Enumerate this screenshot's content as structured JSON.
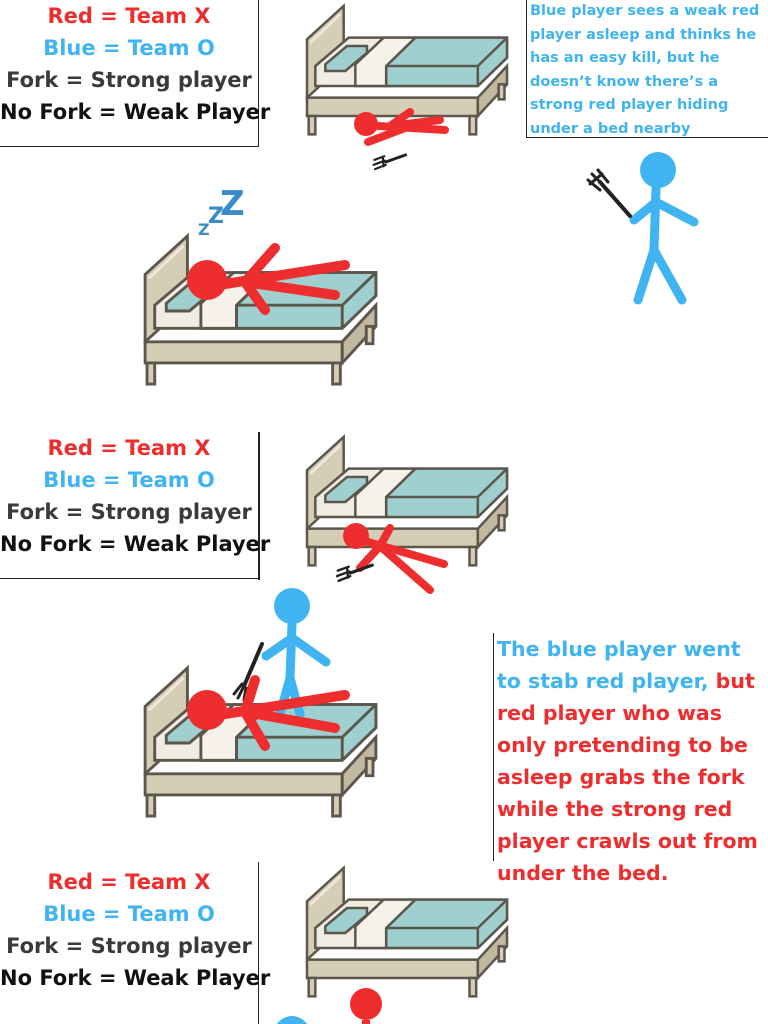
{
  "legend": {
    "red": "Red = Team X",
    "blue": "Blue = Team O",
    "fork": "Fork = Strong player",
    "nofork": "No Fork = Weak Player"
  },
  "caption_top": "Blue player sees a weak red player asleep and thinks he has an easy kill, but he doesn’t know there’s a strong red player hiding under a bed nearby",
  "caption_middle": {
    "blue_part": "The blue player went to stab red player,",
    "red_part": " but red player who was only pretending to be asleep grabs the fork while the strong red player crawls out from under the bed."
  },
  "sleep_icon": "Z",
  "colors": {
    "red": "#ee2e2e",
    "blue": "#3fb4f0",
    "mattress": "#9fd0cf",
    "frame": "#d6cdb7",
    "frame_dark": "#8e8676",
    "sheet": "#efede2"
  },
  "icons": [
    "bed-icon",
    "fork-icon",
    "red-stick-figure",
    "blue-stick-figure",
    "zzz-icon"
  ]
}
